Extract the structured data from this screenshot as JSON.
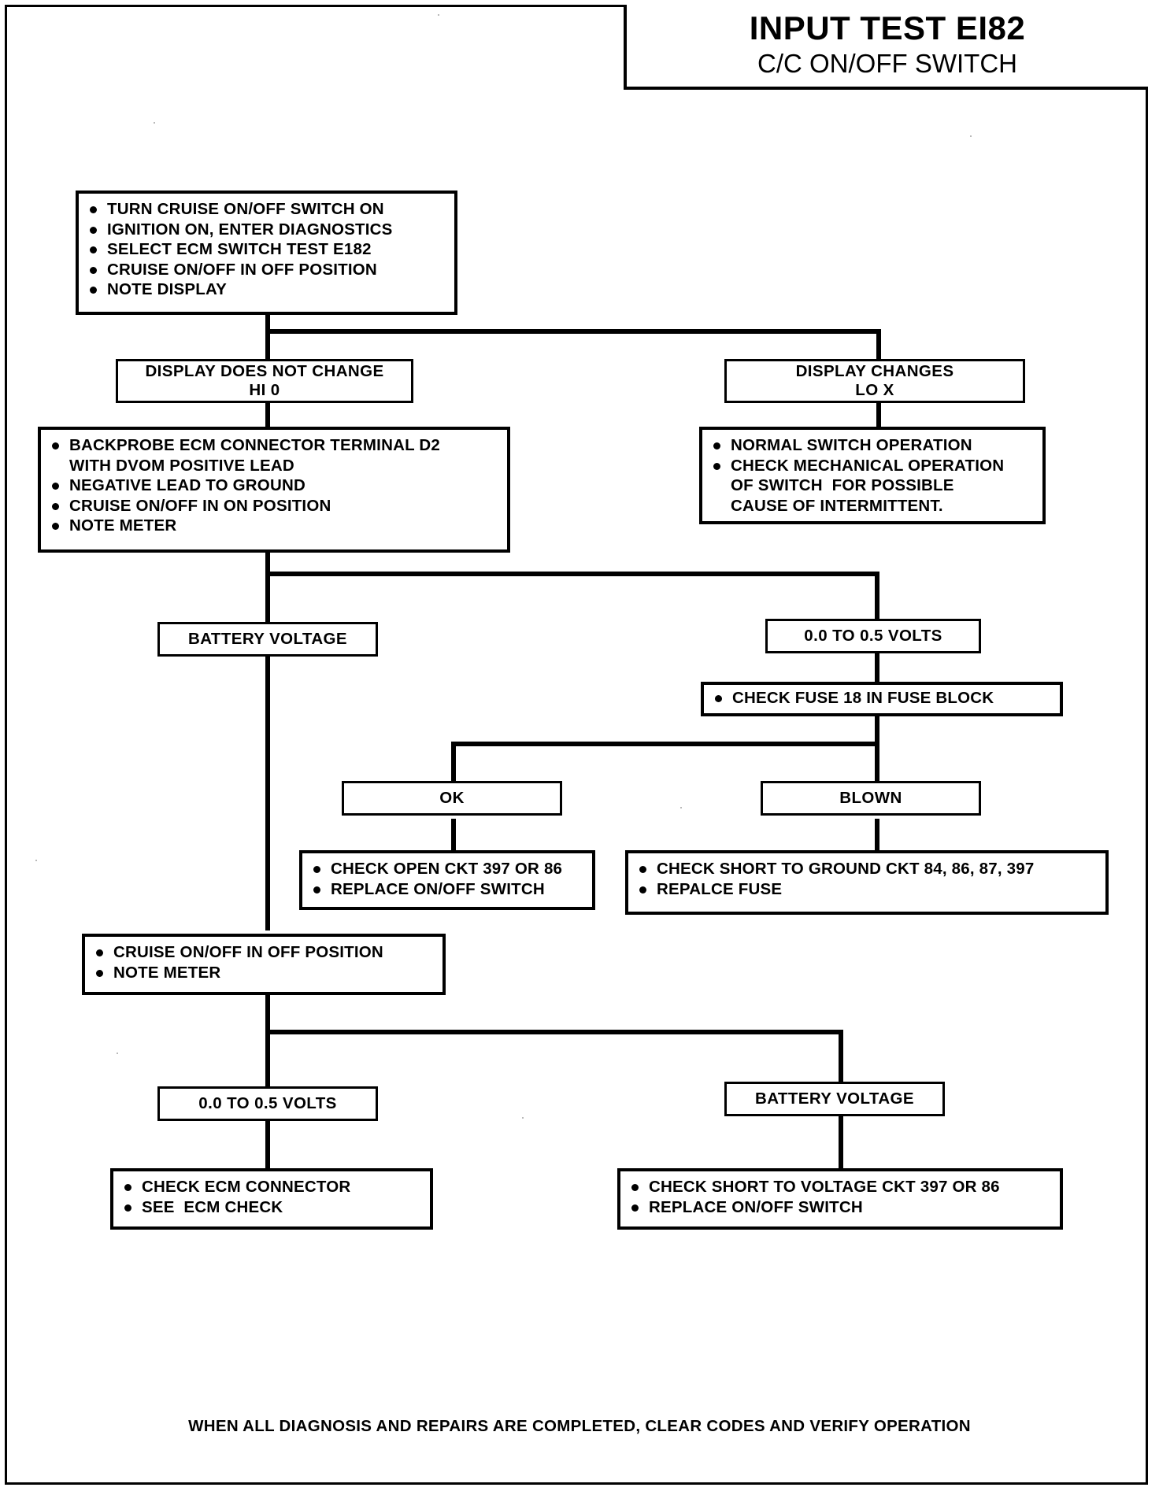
{
  "header": {
    "title": "INPUT TEST EI82",
    "subtitle": "C/C ON/OFF SWITCH"
  },
  "footer": {
    "note": "WHEN ALL DIAGNOSIS AND REPAIRS ARE COMPLETED, CLEAR CODES AND VERIFY OPERATION"
  },
  "nodes": {
    "start": {
      "items": [
        "TURN CRUISE ON/OFF SWITCH ON",
        "IGNITION ON, ENTER DIAGNOSTICS",
        "SELECT ECM SWITCH TEST E182",
        "CRUISE ON/OFF IN OFF POSITION",
        "NOTE DISPLAY"
      ]
    },
    "display_no_change": {
      "label": "DISPLAY DOES NOT CHANGE\nHI 0"
    },
    "display_changes": {
      "label": "DISPLAY CHANGES\nLO X"
    },
    "backprobe": {
      "items": [
        "BACKPROBE ECM CONNECTOR TERMINAL D2",
        "WITH DVOM POSITIVE LEAD",
        "NEGATIVE LEAD TO GROUND",
        "CRUISE ON/OFF IN ON POSITION",
        "NOTE METER"
      ]
    },
    "normal_switch": {
      "items": [
        "NORMAL SWITCH OPERATION",
        "CHECK MECHANICAL OPERATION",
        "OF SWITCH  FOR POSSIBLE",
        "CAUSE OF INTERMITTENT."
      ]
    },
    "battery_voltage_1": {
      "label": "BATTERY VOLTAGE"
    },
    "volts_0_05_1": {
      "label": "0.0 TO 0.5 VOLTS"
    },
    "check_fuse": {
      "items": [
        "CHECK FUSE 18 IN FUSE BLOCK"
      ]
    },
    "fuse_ok": {
      "label": "OK"
    },
    "fuse_blown": {
      "label": "BLOWN"
    },
    "check_open": {
      "items": [
        "CHECK OPEN CKT 397 OR 86",
        "REPLACE ON/OFF SWITCH"
      ]
    },
    "check_short_ground": {
      "items": [
        "CHECK SHORT TO GROUND CKT 84, 86, 87, 397",
        "REPALCE FUSE"
      ]
    },
    "cruise_off_note": {
      "items": [
        "CRUISE ON/OFF IN OFF POSITION",
        "NOTE METER"
      ]
    },
    "volts_0_05_2": {
      "label": "0.0 TO 0.5 VOLTS"
    },
    "battery_voltage_2": {
      "label": "BATTERY VOLTAGE"
    },
    "check_ecm": {
      "items": [
        "CHECK ECM CONNECTOR",
        "SEE  ECM CHECK"
      ]
    },
    "check_short_voltage": {
      "items": [
        "CHECK SHORT TO VOLTAGE CKT 397 OR 86",
        "REPLACE ON/OFF SWITCH"
      ]
    }
  },
  "colors": {
    "ink": "#000000",
    "paper": "#ffffff"
  }
}
